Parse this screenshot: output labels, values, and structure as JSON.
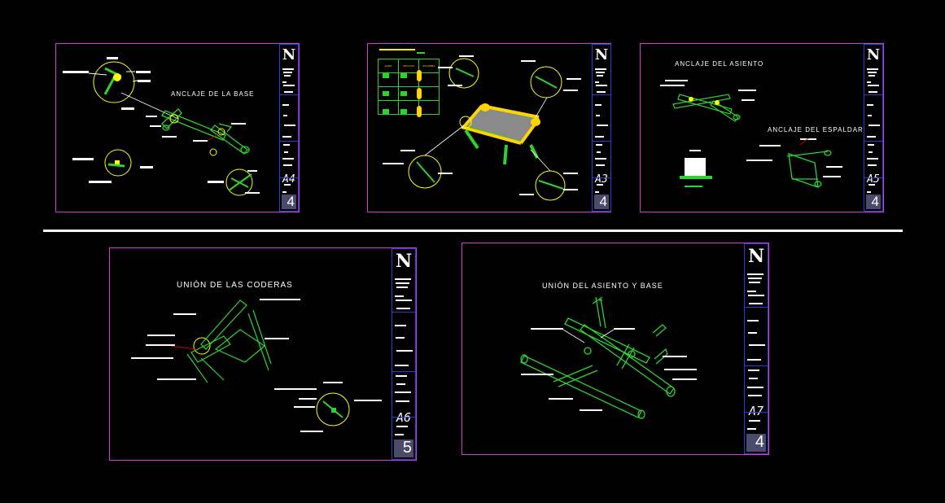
{
  "sheets": [
    {
      "id": "A4",
      "title": "ANCLAJE DE LA BASE",
      "sheet_no": "A4",
      "logo_no": "4"
    },
    {
      "id": "A3",
      "title": "",
      "sheet_no": "A3",
      "logo_no": "4"
    },
    {
      "id": "A5",
      "title": "ANCLAJE DEL ASIENTO",
      "title2": "ANCLAJE DEL ESPALDAR",
      "sheet_no": "A5",
      "logo_no": "4"
    },
    {
      "id": "A6",
      "title": "UNIÓN DE LAS CODERAS",
      "sheet_no": "A6",
      "logo_no": "5"
    },
    {
      "id": "A7",
      "title": "UNIÓN DEL ASIENTO Y BASE",
      "sheet_no": "A7",
      "logo_no": "4"
    }
  ],
  "north_symbol": "N",
  "table_headers": [
    "GAMA",
    "SECCION",
    "ESQUEMA"
  ],
  "colors": {
    "sheet_border": "#d33ad3",
    "title_block": "#2b3bd6",
    "geometry": "#2fd32f",
    "detail_circle": "#ffff00",
    "highlight": "#ffd400",
    "background": "#000000"
  },
  "icons": [
    "north-arrow-icon",
    "company-logo-icon"
  ]
}
